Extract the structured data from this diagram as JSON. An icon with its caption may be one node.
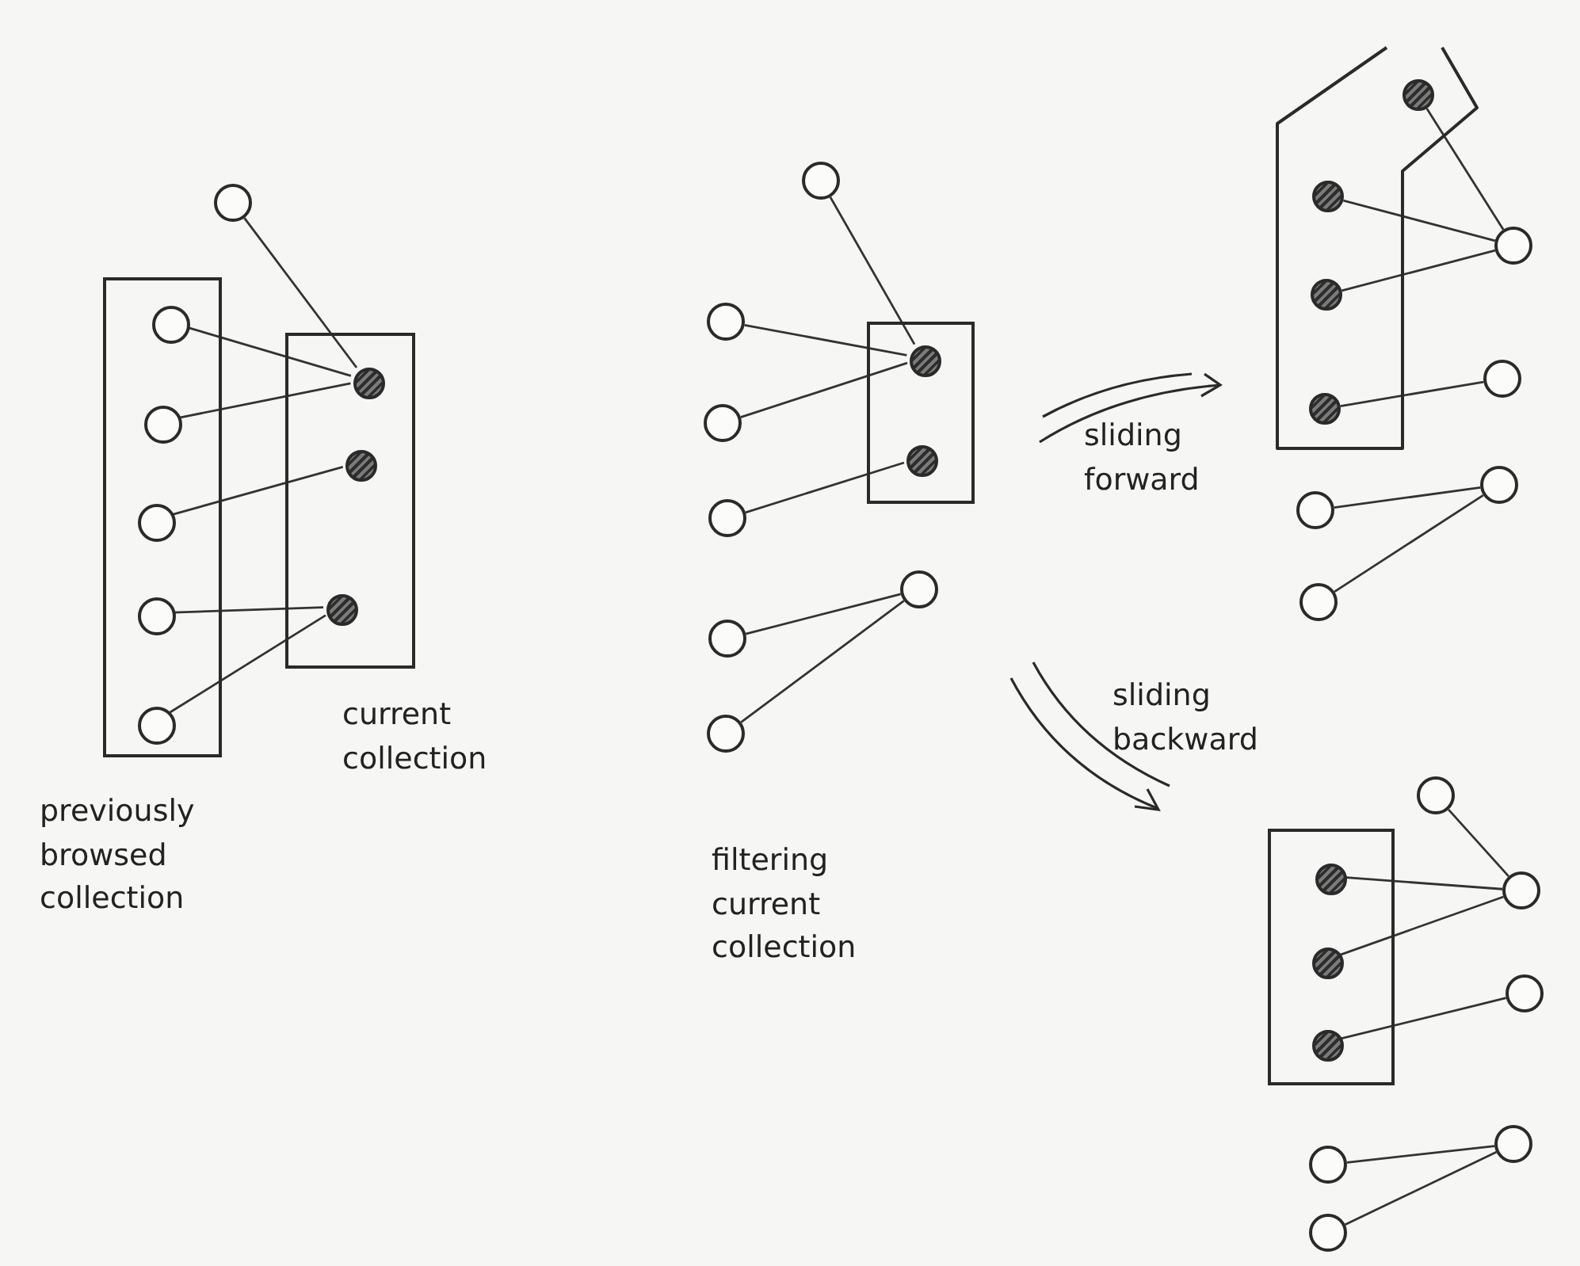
{
  "diagram": {
    "nodes": [
      {
        "text": [
          "previously browsed collection"
        ]
      },
      {
        "text": [
          "current collection"
        ]
      },
      {
        "text": [],
        "shape": "circle"
      },
      {
        "text": [],
        "shape": "circle",
        "in": 0
      },
      {
        "text": [],
        "shape": "circle",
        "in": 0
      },
      {
        "text": [],
        "shape": "circle",
        "in": 0
      },
      {
        "text": [],
        "shape": "circle",
        "in": 0
      },
      {
        "text": [],
        "shape": "circle",
        "in": 0
      },
      {
        "text": [],
        "shape": "circle",
        "in": 1
      },
      {
        "text": [],
        "shape": "circle",
        "in": 1
      },
      {
        "text": [],
        "shape": "circle",
        "in": 1
      },
      {
        "text": [],
        "shape": "box"
      },
      {
        "text": [],
        "shape": "circle"
      },
      {
        "text": [],
        "shape": "circle"
      },
      {
        "text": [],
        "shape": "circle"
      },
      {
        "text": [],
        "shape": "circle"
      },
      {
        "text": [],
        "shape": "circle",
        "in": 11
      },
      {
        "text": [],
        "shape": "circle",
        "in": 11
      },
      {
        "text": [],
        "shape": "circle"
      },
      {
        "text": [],
        "shape": "circle"
      },
      {
        "text": [],
        "shape": "circle"
      },
      {
        "text": [],
        "shape": "box"
      },
      {
        "text": [],
        "shape": "circle",
        "in": 21
      },
      {
        "text": [],
        "shape": "circle",
        "in": 21
      },
      {
        "text": [],
        "shape": "circle",
        "in": 21
      },
      {
        "text": [],
        "shape": "circle",
        "in": 21
      },
      {
        "text": [],
        "shape": "circle"
      },
      {
        "text": [],
        "shape": "circle"
      },
      {
        "text": [],
        "shape": "circle"
      },
      {
        "text": [],
        "shape": "circle"
      },
      {
        "text": [],
        "shape": "circle"
      },
      {
        "text": [],
        "shape": "box"
      },
      {
        "text": [],
        "shape": "circle"
      },
      {
        "text": [],
        "shape": "circle",
        "in": 31
      },
      {
        "text": [],
        "shape": "circle",
        "in": 31
      },
      {
        "text": [],
        "shape": "circle",
        "in": 31
      },
      {
        "text": [],
        "shape": "circle"
      },
      {
        "text": [],
        "shape": "circle"
      },
      {
        "text": [],
        "shape": "circle"
      },
      {
        "text": [],
        "shape": "circle"
      },
      {
        "text": [],
        "shape": "circle"
      }
    ],
    "edges": [
      {
        "from": 2,
        "to": 8,
        "arrow": "none"
      },
      {
        "from": 3,
        "to": 8,
        "arrow": "none"
      },
      {
        "from": 4,
        "to": 8,
        "arrow": "none"
      },
      {
        "from": 5,
        "to": 9,
        "arrow": "none"
      },
      {
        "from": 6,
        "to": 10,
        "arrow": "none"
      },
      {
        "from": 7,
        "to": 10,
        "arrow": "none"
      },
      {
        "from": 12,
        "to": 16,
        "arrow": "none"
      },
      {
        "from": 13,
        "to": 16,
        "arrow": "none"
      },
      {
        "from": 14,
        "to": 16,
        "arrow": "none"
      },
      {
        "from": 15,
        "to": 17,
        "arrow": "none"
      },
      {
        "from": 19,
        "to": 18,
        "arrow": "none"
      },
      {
        "from": 20,
        "to": 18,
        "arrow": "none"
      },
      {
        "from": 22,
        "to": 26,
        "arrow": "none"
      },
      {
        "from": 23,
        "to": 26,
        "arrow": "none"
      },
      {
        "from": 24,
        "to": 26,
        "arrow": "none"
      },
      {
        "from": 25,
        "to": 27,
        "arrow": "none"
      },
      {
        "from": 29,
        "to": 28,
        "arrow": "none"
      },
      {
        "from": 30,
        "to": 28,
        "arrow": "none"
      },
      {
        "from": 32,
        "to": 36,
        "arrow": "none"
      },
      {
        "from": 33,
        "to": 36,
        "arrow": "none"
      },
      {
        "from": 34,
        "to": 36,
        "arrow": "none"
      },
      {
        "from": 35,
        "to": 37,
        "arrow": "none"
      },
      {
        "from": 38,
        "to": 39,
        "arrow": "none"
      },
      {
        "from": 40,
        "to": 39,
        "arrow": "none"
      }
    ],
    "labels": [
      "sliding forward",
      "sliding backward",
      "filtering current collection"
    ]
  }
}
